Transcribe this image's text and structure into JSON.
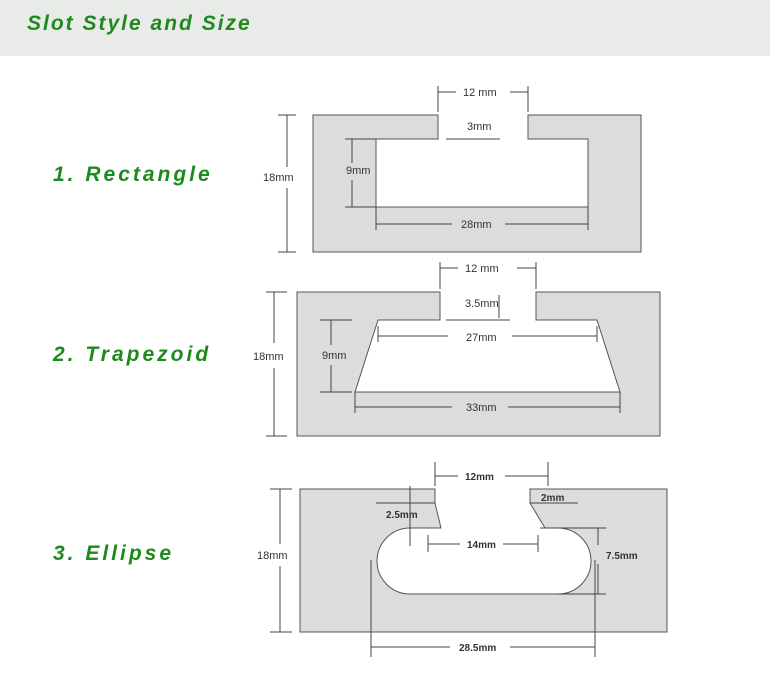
{
  "header": {
    "title": "Slot Style and Size"
  },
  "slots": [
    {
      "label": "1. Rectangle",
      "dims": {
        "overall_height": "18mm",
        "opening": "12 mm",
        "lip": "3mm",
        "depth": "9mm",
        "width": "28mm"
      }
    },
    {
      "label": "2. Trapezoid",
      "dims": {
        "overall_height": "18mm",
        "opening": "12 mm",
        "lip": "3.5mm",
        "depth": "9mm",
        "top_width": "27mm",
        "bottom_width": "33mm"
      }
    },
    {
      "label": "3. Ellipse",
      "dims": {
        "overall_height": "18mm",
        "opening": "12mm",
        "left_lip": "2.5mm",
        "right_lip": "2mm",
        "inner_width": "14mm",
        "depth": "7.5mm",
        "width": "28.5mm"
      }
    }
  ],
  "colors": {
    "accent": "#1e8a1e",
    "profile_fill": "#dcdcdc",
    "header_bg": "#e8ebe8"
  }
}
